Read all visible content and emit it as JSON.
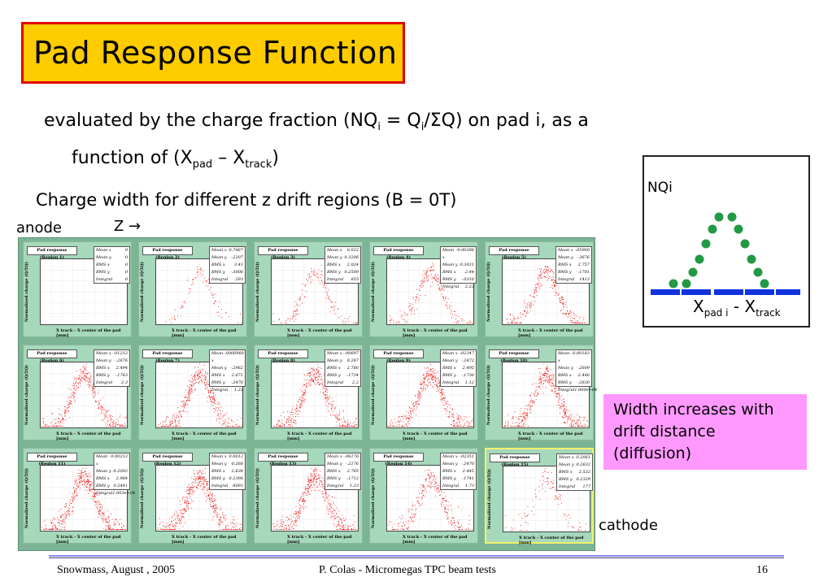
{
  "slide": {
    "title": "Pad Response Function",
    "lead_line1_a": "evaluated by the charge fraction (NQ",
    "lead_sub_i1": "i",
    "lead_line1_b": " = Q",
    "lead_sub_i2": "i",
    "lead_line1_c": "/ΣQ) on pad i, as a",
    "lead_line2_a": "function of (X",
    "lead_sub_pad": "pad",
    "lead_line2_b": " – X",
    "lead_sub_track": "track",
    "lead_line2_c": ")",
    "subheading": "Charge width for different z drift regions (B = 0T)",
    "anode_label": "anode",
    "z_label": "Z →",
    "cathode_label": "cathode",
    "note": "Width increases with drift distance (diffusion)"
  },
  "schematic": {
    "ylabel": "NQi",
    "xlabel_a": "X",
    "xlabel_sub_a": "pad i",
    "xlabel_mid": " - X",
    "xlabel_sub_b": "track",
    "dot_color": "#229944",
    "pad_color": "#1133dd",
    "points": [
      [
        -3.2,
        0.03
      ],
      [
        -2.4,
        0.03
      ],
      [
        -2.0,
        0.17
      ],
      [
        -1.6,
        0.33
      ],
      [
        -1.2,
        0.52
      ],
      [
        -0.8,
        0.7
      ],
      [
        -0.4,
        0.85
      ],
      [
        0.4,
        0.85
      ],
      [
        0.8,
        0.7
      ],
      [
        1.2,
        0.52
      ],
      [
        1.6,
        0.33
      ],
      [
        2.0,
        0.17
      ],
      [
        2.4,
        0.03
      ]
    ]
  },
  "panels_common": {
    "ylabel": "Normalized charge (Q/ΣQ)",
    "xlabel": "X track - X center of the pad [mm]",
    "stat_names": [
      "Mean x",
      "Mean y",
      "RMS x",
      "RMS y",
      "Integral"
    ],
    "marker_color": "#ee1111"
  },
  "chart_data": [
    {
      "type": "scatter",
      "title": "Pad response (Region 1)",
      "stats": [
        "0",
        "0",
        "0",
        "0",
        "0"
      ],
      "spread": 0.0,
      "density": 0
    },
    {
      "type": "scatter",
      "title": "Pad response (Region 2)",
      "stats": [
        "-0.7487",
        "-.2207",
        "3.41",
        "-.3006",
        "293"
      ],
      "spread": 0.5,
      "density": 90
    },
    {
      "type": "scatter",
      "title": "Pad response (Region 3)",
      "stats": [
        "0.022",
        "0.3206",
        "2.024",
        "0.2500",
        "855"
      ],
      "spread": 0.6,
      "density": 160
    },
    {
      "type": "scatter",
      "title": "Pad response (Region 4)",
      "stats": [
        "-0.00388",
        "0.3031",
        "2.44",
        "-.0310",
        "2.23"
      ],
      "spread": 0.65,
      "density": 220
    },
    {
      "type": "scatter",
      "title": "Pad response (Region 5)",
      "stats": [
        "-.05900",
        "-.3676",
        "2.757",
        "-.1701",
        "1413"
      ],
      "spread": 0.7,
      "density": 320
    },
    {
      "type": "scatter",
      "title": "Pad response (Region 6)",
      "stats": [
        "-.01212",
        "-.2676",
        "2.494",
        "-.1763",
        "2.3"
      ],
      "spread": 0.75,
      "density": 400
    },
    {
      "type": "scatter",
      "title": "Pad response (Region 7)",
      "stats": [
        "-.0006960",
        "-.2962",
        "2.671",
        "-.2476",
        "1.22"
      ],
      "spread": 0.8,
      "density": 420
    },
    {
      "type": "scatter",
      "title": "Pad response (Region 8)",
      "stats": [
        "-.00697",
        "0.247",
        "2.786",
        "-.1734",
        "2.2"
      ],
      "spread": 0.82,
      "density": 440
    },
    {
      "type": "scatter",
      "title": "Pad response (Region 9)",
      "stats": [
        "-.02347",
        "-.2472",
        "2.495",
        "-.1730",
        "1.12"
      ],
      "spread": 0.85,
      "density": 460
    },
    {
      "type": "scatter",
      "title": "Pad response (Region 10)",
      "stats": [
        "-.0.00183",
        "-.2609",
        "2.446",
        "-.2630",
        "1.000e+04"
      ],
      "spread": 0.88,
      "density": 480
    },
    {
      "type": "scatter",
      "title": "Pad response (Region 11)",
      "stats": [
        "-0.00213",
        "-0.2002",
        "2.984",
        "0.2441",
        "1.003e+04"
      ],
      "spread": 0.92,
      "density": 500
    },
    {
      "type": "scatter",
      "title": "Pad response (Region 12)",
      "stats": [
        "0.0012",
        "0.268",
        "2.638",
        "0.2396",
        "6093"
      ],
      "spread": 0.95,
      "density": 500
    },
    {
      "type": "scatter",
      "title": "Pad response (Region 13)",
      "stats": [
        "-.06176",
        "-.2176",
        "2.765",
        "-.1712",
        "1.23"
      ],
      "spread": 0.97,
      "density": 480
    },
    {
      "type": "scatter",
      "title": "Pad response (Region 14)",
      "stats": [
        "-.02351",
        "-.2470",
        "2.445",
        "-.1741",
        "1.73"
      ],
      "spread": 1.0,
      "density": 300
    },
    {
      "type": "scatter",
      "title": "Pad response (Region 15)",
      "stats": [
        "0.2061",
        "0.2632",
        "2.532",
        "0.2329",
        "177"
      ],
      "spread": 1.0,
      "density": 110
    }
  ],
  "footer": {
    "left": "Snowmass,  August , 2005",
    "center": "P. Colas  -  Micromegas TPC beam tests",
    "page": "16"
  }
}
